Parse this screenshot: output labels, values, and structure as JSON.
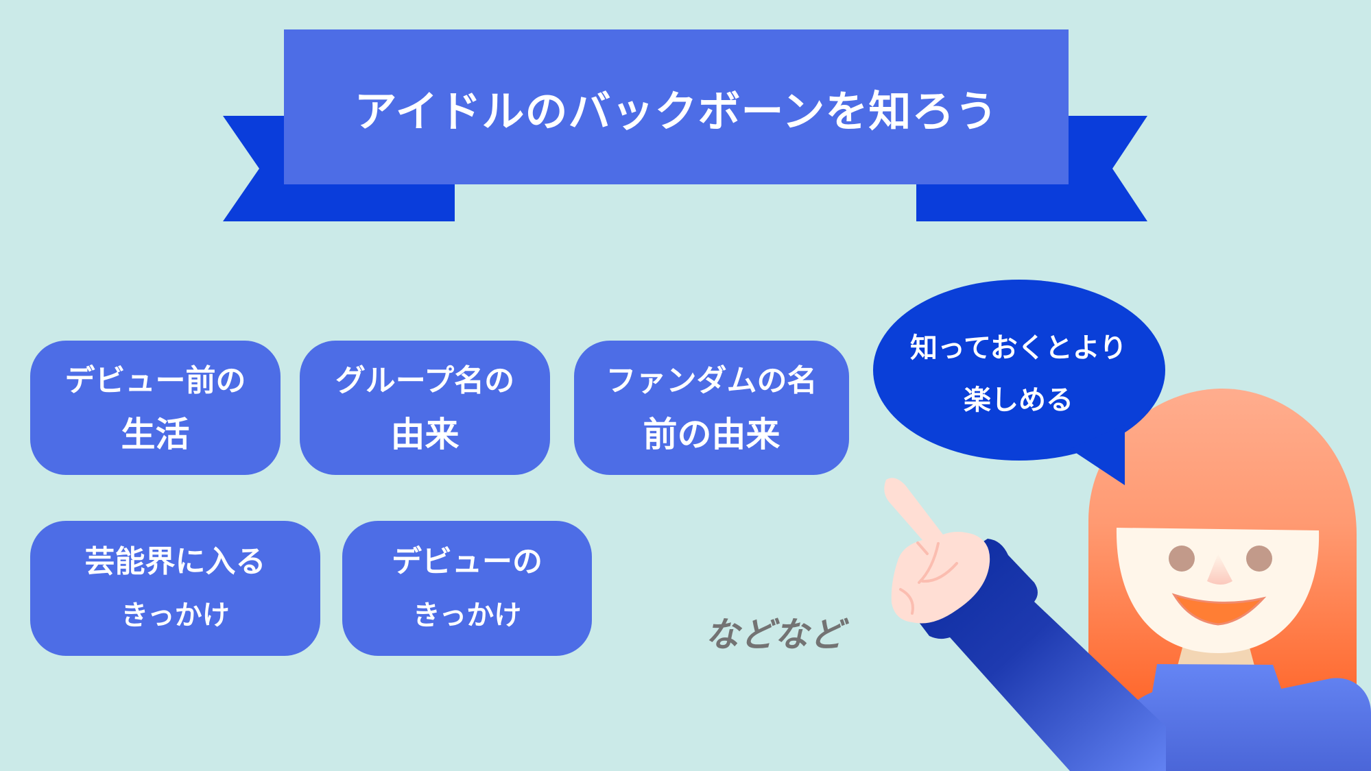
{
  "banner": {
    "title": "アイドルのバックボーンを知ろう",
    "colors": {
      "banner": "#4d6de6",
      "ribbon": "#0a3ddb"
    }
  },
  "cards": [
    {
      "line1": "デビュー前の",
      "line2": "生活"
    },
    {
      "line1": "グループ名の",
      "line2": "由来"
    },
    {
      "line1": "ファンダムの名",
      "line2": "前の由来"
    },
    {
      "line1": "芸能界に入る",
      "line2": "きっかけ"
    },
    {
      "line1": "デビューの",
      "line2": "きっかけ"
    }
  ],
  "etc_label": "などなど",
  "speech_bubble": {
    "line1": "知っておくとより",
    "line2": "楽しめる"
  },
  "illustration": {
    "subject": "pointing-girl-icon",
    "colors": {
      "background": "#cbeae8",
      "hair_top": "#ffad8e",
      "hair_bottom": "#ff5512",
      "face": "#fff6ea",
      "eyes": "#c29a8a",
      "mouth": "#ff7e34",
      "shirt": "#6282f2",
      "sleeve_dark": "#0a2a9e",
      "hand": "#ffded4"
    }
  }
}
